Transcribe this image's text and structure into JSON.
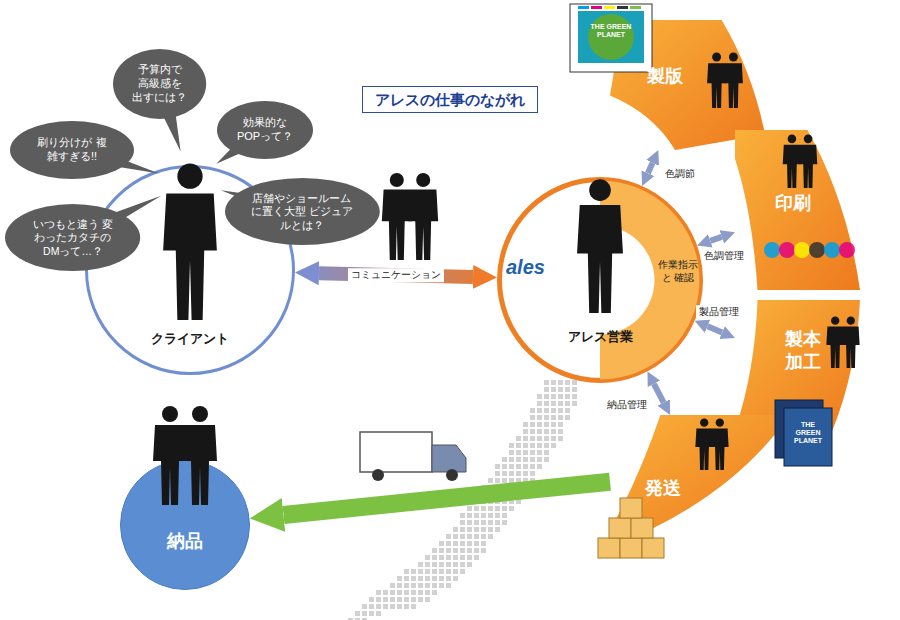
{
  "diagram": {
    "title": "アレスの仕事のながれ",
    "nodes": [
      {
        "text": [
          "クライアント"
        ]
      },
      {
        "text": [
          "予算内で 高級感を 出すには？"
        ]
      },
      {
        "text": [
          "効果的な POPって？"
        ]
      },
      {
        "text": [
          "刷り分けが 複雑すぎる!!"
        ]
      },
      {
        "text": [
          "店舗やショールーム に置く大型 ビジュアルとは？"
        ]
      },
      {
        "text": [
          "いつもと違う 変わったカタチの DMって…？"
        ]
      },
      {
        "text": [
          "アレス営業",
          "作業指示 と 確認"
        ]
      },
      {
        "text": [
          "製版"
        ]
      },
      {
        "text": [
          "印刷"
        ]
      },
      {
        "text": [
          "製本 加工"
        ]
      },
      {
        "text": [
          "発送"
        ]
      },
      {
        "text": [
          "納品"
        ]
      }
    ],
    "edges": [
      {
        "from": 0,
        "to": 6,
        "label": "コミュニケーション",
        "arrow": "both"
      },
      {
        "from": 6,
        "to": 7,
        "label": "色調節",
        "arrow": "both"
      },
      {
        "from": 6,
        "to": 8,
        "label": "色調管理",
        "arrow": "both"
      },
      {
        "from": 6,
        "to": 9,
        "label": "製品管理",
        "arrow": "both"
      },
      {
        "from": 6,
        "to": 10,
        "label": "納品管理",
        "arrow": "both"
      },
      {
        "from": 10,
        "to": 11,
        "arrow": "to"
      }
    ],
    "labels": [
      "ales",
      "THE GREEN PLANET",
      "THE GREEN PLANET"
    ]
  }
}
